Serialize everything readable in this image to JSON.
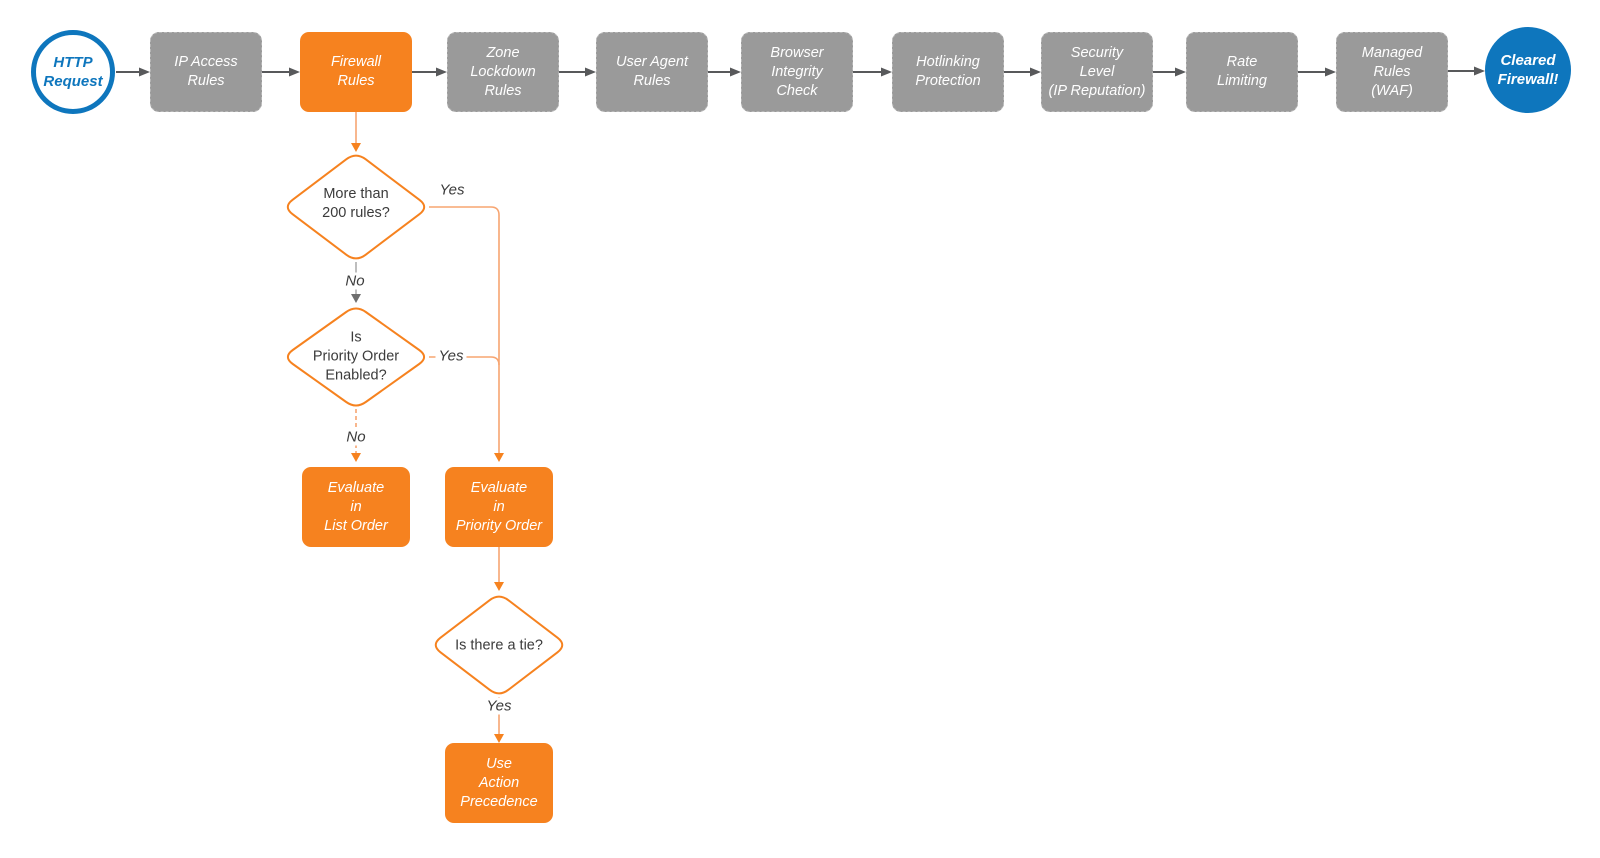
{
  "diagram": {
    "title_semantic": "Firewall rules evaluation flowchart",
    "colors": {
      "orange": "#F6821F",
      "orange_light_connector": "#F7A571",
      "gray_box": "#9A9A9A",
      "blue": "#0E76BD",
      "dark_arrow": "#58595B",
      "text_dark": "#3B3B3B"
    },
    "start_node": {
      "label": "HTTP\nRequest"
    },
    "end_node": {
      "label": "Cleared\nFirewall!"
    },
    "pipeline_steps": [
      {
        "label": "IP Access\nRules",
        "highlighted": false
      },
      {
        "label": "Firewall\nRules",
        "highlighted": true
      },
      {
        "label": "Zone\nLockdown\nRules",
        "highlighted": false
      },
      {
        "label": "User Agent\nRules",
        "highlighted": false
      },
      {
        "label": "Browser\nIntegrity\nCheck",
        "highlighted": false
      },
      {
        "label": "Hotlinking\nProtection",
        "highlighted": false
      },
      {
        "label": "Security\nLevel\n(IP Reputation)",
        "highlighted": false
      },
      {
        "label": "Rate\nLimiting",
        "highlighted": false
      },
      {
        "label": "Managed\nRules\n(WAF)",
        "highlighted": false
      }
    ],
    "decisions": [
      {
        "label": "More than\n200 rules?"
      },
      {
        "label": "Is\nPriority Order\nEnabled?"
      },
      {
        "label": "Is there a tie?"
      }
    ],
    "actions": [
      {
        "label": "Evaluate\nin\nList Order"
      },
      {
        "label": "Evaluate\nin\nPriority Order"
      },
      {
        "label": "Use\nAction\nPrecedence"
      }
    ],
    "edge_labels": {
      "d1_yes": "Yes",
      "d1_no": "No",
      "d2_yes": "Yes",
      "d2_no": "No",
      "d3_yes": "Yes"
    }
  }
}
